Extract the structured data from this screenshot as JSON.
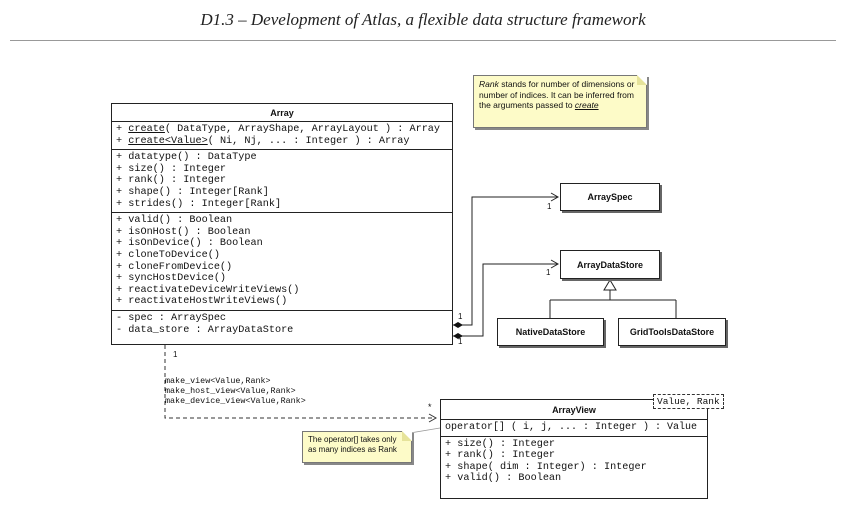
{
  "header": {
    "title": "D1.3 – Development of Atlas, a flexible data structure framework"
  },
  "array_class": {
    "name": "Array",
    "ctor1_prefix": "+ ",
    "ctor1_name": "create",
    "ctor1_rest": "( DataType, ArrayShape, ArrayLayout ) : Array",
    "ctor2_prefix": "+ ",
    "ctor2_name": "create<Value>",
    "ctor2_rest": "( Ni, Nj, ... : Integer ) : Array",
    "queries": [
      "+ datatype() : DataType",
      "+ size() : Integer",
      "+ rank() : Integer",
      "+ shape() : Integer[Rank]",
      "+ strides() : Integer[Rank]"
    ],
    "device_ops": [
      "+ valid() : Boolean",
      "+ isOnHost() : Boolean",
      "+ isOnDevice() : Boolean",
      "+ cloneToDevice()",
      "+ cloneFromDevice()",
      "+ syncHostDevice()",
      "+ reactivateDeviceWriteViews()",
      "+ reactivateHostWriteViews()"
    ],
    "attributes": [
      "- spec : ArraySpec",
      "- data_store : ArrayDataStore"
    ]
  },
  "rank_note": {
    "rank_word": "Rank",
    "text": " stands for  number of dimensions or number of indices. It can be inferred from the arguments passed to ",
    "create_word": "create"
  },
  "array_spec": {
    "name": "ArraySpec",
    "multiplicity": "1"
  },
  "array_data_store": {
    "name": "ArrayDataStore",
    "multiplicity": "1"
  },
  "native_data_store": {
    "name": "NativeDataStore"
  },
  "gridtools_data_store": {
    "name": "GridToolsDataStore"
  },
  "array_spec_link": {
    "source_multiplicity": "1"
  },
  "data_store_link": {
    "source_multiplicity": "1"
  },
  "view_link": {
    "source_multiplicity": "1",
    "target_multiplicity": "*",
    "labels": [
      "make_view<Value,Rank>",
      "make_host_view<Value,Rank>",
      "make_device_view<Value,Rank>"
    ]
  },
  "array_view": {
    "name": "ArrayView",
    "template_params": "Value, Rank",
    "operator": "operator[] ( i, j, ... : Integer ) : Value",
    "methods": [
      "+ size() : Integer",
      "+ rank() : Integer",
      "+ shape( dim : Integer) : Integer",
      "+ valid() : Boolean"
    ]
  },
  "operator_note": {
    "text": "The operator[]  takes only as many indices as Rank"
  }
}
